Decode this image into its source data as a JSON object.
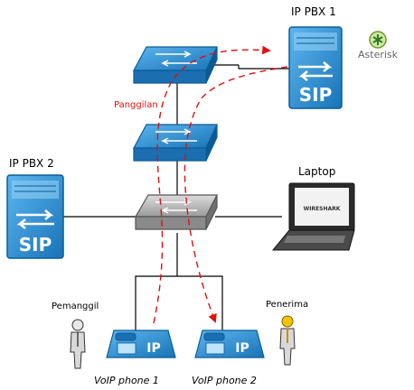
{
  "labels": {
    "ip_pbx_1": "IP PBX 1",
    "ip_pbx_2": "IP PBX 2",
    "laptop": "Laptop",
    "panggilan": "Panggilan",
    "pemanggil": "Pemanggil",
    "penerima": "Penerima",
    "voip_phone_1": "VoIP phone 1",
    "voip_phone_2": "VoIP phone 2",
    "asterisk": "Asterisk"
  },
  "device_text": {
    "sip": "SIP",
    "ip": "IP",
    "wireshark": "WIRESHARK"
  },
  "icons": {
    "server": "sip-server-icon",
    "switch": "network-switch-icon",
    "hub": "network-hub-icon",
    "laptop": "laptop-icon",
    "phone": "ip-phone-icon",
    "person": "person-icon",
    "logo": "asterisk-logo-icon"
  },
  "colors": {
    "device_blue": "#2f8fd0",
    "device_blue_dark": "#0b5d98",
    "call_path": "#e01010",
    "link": "#000000",
    "hub_gray": "#b9b9b9"
  }
}
